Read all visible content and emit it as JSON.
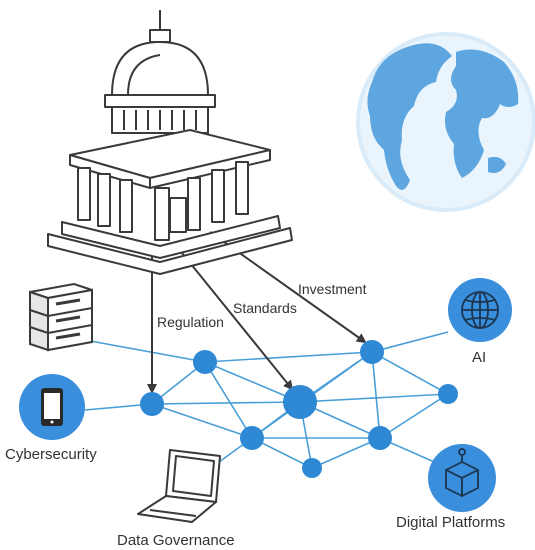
{
  "arrows": {
    "regulation": "Regulation",
    "standards": "Standards",
    "investment": "Investment"
  },
  "nodes": {
    "ai": "AI",
    "cybersecurity": "Cybersecurity",
    "data_governance": "Data Governance",
    "digital_platforms": "Digital Platforms"
  },
  "icons": {
    "government": "government-building-icon",
    "globe": "globe-icon",
    "server": "server-icon",
    "ai": "globe-network-icon",
    "cybersecurity": "smartphone-icon",
    "data_governance": "laptop-icon",
    "digital_platforms": "package-icon"
  },
  "colors": {
    "network_line": "#4a9fd8",
    "network_node": "#2e88d4",
    "icon_circle": "#3a8fdc",
    "globe_land": "#5ea6e0",
    "globe_ocean": "#d9ebf8",
    "arrow": "#555555",
    "outline": "#3a3a3a"
  }
}
